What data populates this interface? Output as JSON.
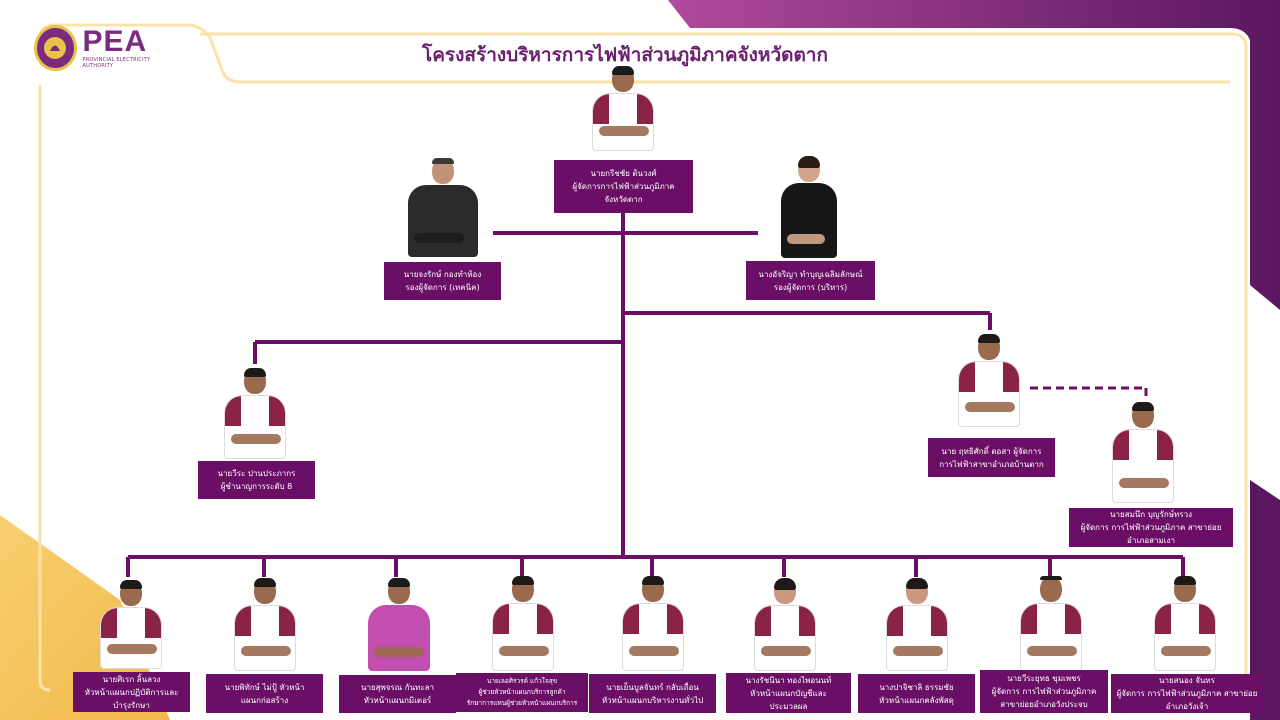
{
  "title": "โครงสร้างบริหารการไฟฟ้าส่วนภูมิภาคจังหวัดตาก",
  "logo": {
    "text": "PEA",
    "subtitle": "PROVINCIAL ELECTRICITY AUTHORITY"
  },
  "colors": {
    "primary": "#6b0f66",
    "accent": "#e8c24a",
    "line": "#6b0f66"
  },
  "top": {
    "name": "นายกรีชชัย ต้นวงศ์",
    "role": "ผู้จัดการการไฟฟ้าส่วนภูมิภาค",
    "role2": "จังหวัดตาก"
  },
  "deputies": [
    {
      "name": "นายจงรักษ์ กองทำห้อง",
      "role": "รองผู้จัดการ (เทคนิค)"
    },
    {
      "name": "นางอัจริญา ทำบุญเฉลิมลักษณ์",
      "role": "รองผู้จัดการ (บริหาร)"
    }
  ],
  "expert": {
    "name": "นายวีระ ปานประภากร",
    "role": "ผู้ชำนาญการระดับ 8"
  },
  "branch_manager": {
    "name": "นาย ฤทธิศักดิ์ ดอสา ผู้จัดการ",
    "role": "การไฟฟ้าสาขาอำเภอบ้านตาก"
  },
  "sub_branch": {
    "name": "นายสมนึก บุญรักษ์ทรวง",
    "role": "ผู้จัดการ การไฟฟ้าส่วนภูมิภาค สาขาย่อย",
    "role2": "อำเภอสามเงา"
  },
  "departments": [
    {
      "name": "นายศิเรก ลิ้นลวง",
      "role": "หัวหน้าแผนกปฏิบัติการและ",
      "role2": "บำรุงรักษา"
    },
    {
      "name": "นายพิทักษ์ ไม่ปู้ หัวหน้า",
      "role": "แผนกก่อสร้าง",
      "role2": ""
    },
    {
      "name": "นายสุพจรณ กันทะลา",
      "role": "หัวหน้าแผนกมิเตอร์",
      "role2": ""
    },
    {
      "name": "นายเลอศิรวรค์ แก้วใจสุข",
      "role": "ผู้ช่วยหัวหน้าแผนกบริการลูกค้า",
      "role2": "รักษาการแทนผู้ช่วยหัวหน้าแผนกบริการ"
    },
    {
      "name": "นายเย็นบูลจันทร์ กลับเถื่อน",
      "role": "หัวหน้าแผนกบริหารงานทั่วไป",
      "role2": ""
    },
    {
      "name": "นางรัชนีนา ทองไพอนนท์",
      "role": "หัวหน้าแผนกบัญชีและ",
      "role2": "ประมวลผล"
    },
    {
      "name": "นางปาจิชาลิ ธรรมชัย",
      "role": "หัวหน้าแผนกคลังพัสดุ",
      "role2": ""
    },
    {
      "name": "นายวีระยุทธ ขุมเพชร",
      "role": "ผู้จัดการ การไฟฟ้าส่วนภูมิภาค",
      "role2": "สาขาย่อยอำเภอวังประจบ"
    },
    {
      "name": "นายสนอง จันทร",
      "role": "ผู้จัดการ การไฟฟ้าส่วนภูมิภาค สาขาย่อย",
      "role2": "อำเภอวังเจ้า"
    }
  ]
}
